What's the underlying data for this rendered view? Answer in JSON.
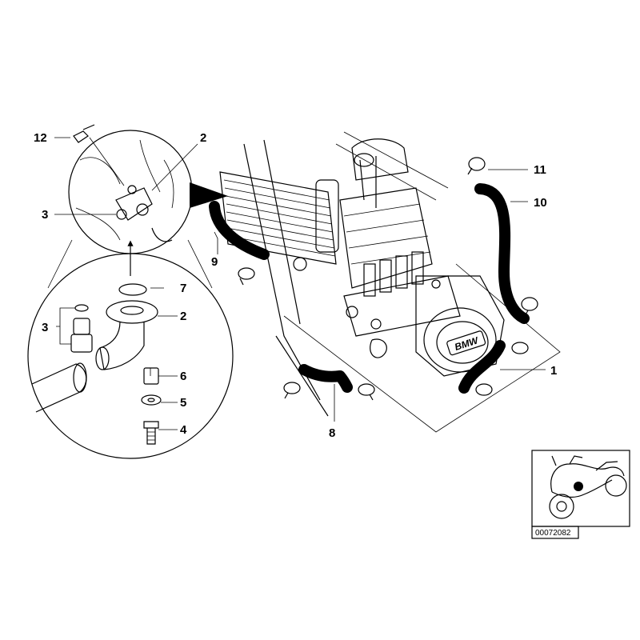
{
  "callouts": [
    {
      "id": "c12",
      "text": "12"
    },
    {
      "id": "c2a",
      "text": "2"
    },
    {
      "id": "c3a",
      "text": "3"
    },
    {
      "id": "c7",
      "text": "7"
    },
    {
      "id": "c3b",
      "text": "3"
    },
    {
      "id": "c2b",
      "text": "2"
    },
    {
      "id": "c6",
      "text": "6"
    },
    {
      "id": "c5",
      "text": "5"
    },
    {
      "id": "c4",
      "text": "4"
    },
    {
      "id": "c9",
      "text": "9"
    },
    {
      "id": "c8",
      "text": "8"
    },
    {
      "id": "c11",
      "text": "11"
    },
    {
      "id": "c10",
      "text": "10"
    },
    {
      "id": "c1",
      "text": "1"
    }
  ],
  "engine_badge": "BMW",
  "reference_number": "00072082",
  "colors": {
    "line": "#000000",
    "background": "#ffffff",
    "locator_dot": "#000000"
  }
}
